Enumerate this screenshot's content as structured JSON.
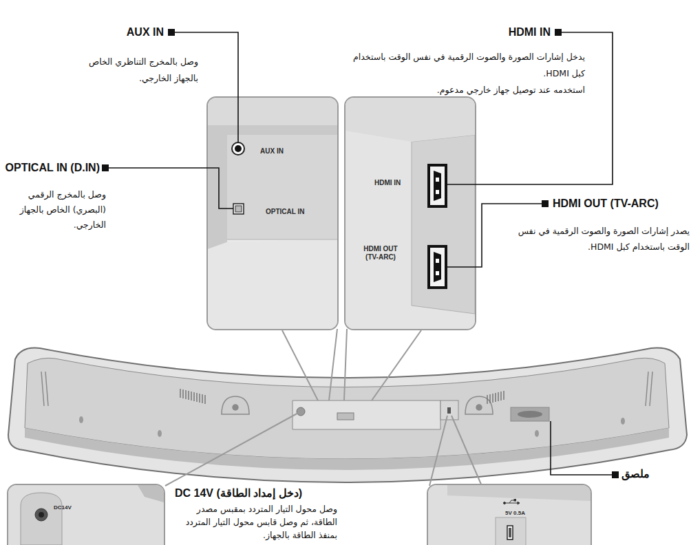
{
  "diagram": {
    "nodes": [
      {
        "text": [
          "AUX IN",
          "OPTICAL IN"
        ]
      },
      {
        "text": [
          "HDMI IN",
          "HDMI OUT (TV-ARC)"
        ]
      },
      {
        "text": [
          "DC14V"
        ]
      },
      {
        "text": [
          "5V 0.5A"
        ]
      }
    ],
    "labels": [
      "AUX IN",
      "وصل بالمخرج التناظري الخاص بالجهاز الخارجي.",
      "HDMI IN",
      "يدخل إشارات الصورة والصوت الرقمية في نفس الوقت باستخدام كبل HDMI.",
      "استخدمه عند توصيل جهاز خارجي مدعوم.",
      "OPTICAL IN (D.IN)",
      "وصل بالمخرج الرقمي (البصري) الخاص بالجهاز الخارجي.",
      "HDMI OUT (TV-ARC)",
      "يصدر إشارات الصورة والصوت الرقمية في نفس الوقت باستخدام كبل HDMI.",
      "ملصق",
      "DC 14V (دخل إمداد الطاقة)",
      "وصل محول التيار المتردد بمقبس مصدر الطاقة، ثم وصل قابس محول التيار المتردد بمنفذ الطاقة بالجهاز."
    ]
  }
}
